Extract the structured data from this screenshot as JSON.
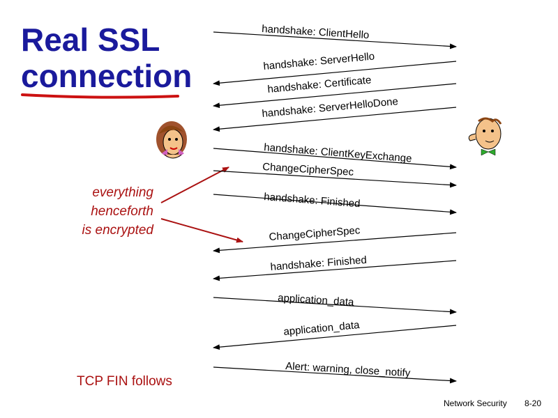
{
  "title": {
    "line1": "Real SSL",
    "line2": "connection"
  },
  "messages": [
    {
      "label": "handshake: ClientHello",
      "direction": "to-server"
    },
    {
      "label": "handshake: ServerHello",
      "direction": "to-client"
    },
    {
      "label": "handshake: Certificate",
      "direction": "to-client"
    },
    {
      "label": "handshake: ServerHelloDone",
      "direction": "to-client"
    },
    {
      "label": "handshake: ClientKeyExchange",
      "direction": "to-server"
    },
    {
      "label": "ChangeCipherSpec",
      "direction": "to-server"
    },
    {
      "label": "handshake: Finished",
      "direction": "to-server"
    },
    {
      "label": "ChangeCipherSpec",
      "direction": "to-client"
    },
    {
      "label": "handshake: Finished",
      "direction": "to-client"
    },
    {
      "label": "application_data",
      "direction": "to-server"
    },
    {
      "label": "application_data",
      "direction": "to-client"
    },
    {
      "label": "Alert: warning, close_notify",
      "direction": "to-server"
    }
  ],
  "annotation": {
    "line1": "everything",
    "line2": "henceforth",
    "line3": "is encrypted"
  },
  "tcp_fin": "TCP FIN follows",
  "footer": {
    "course": "Network Security",
    "page": "8-20"
  },
  "colors": {
    "title": "#1a1a9c",
    "annotation": "#aa1111",
    "underline": "#cc1111"
  },
  "icons": {
    "client": "woman-face-icon",
    "server": "man-face-icon"
  }
}
